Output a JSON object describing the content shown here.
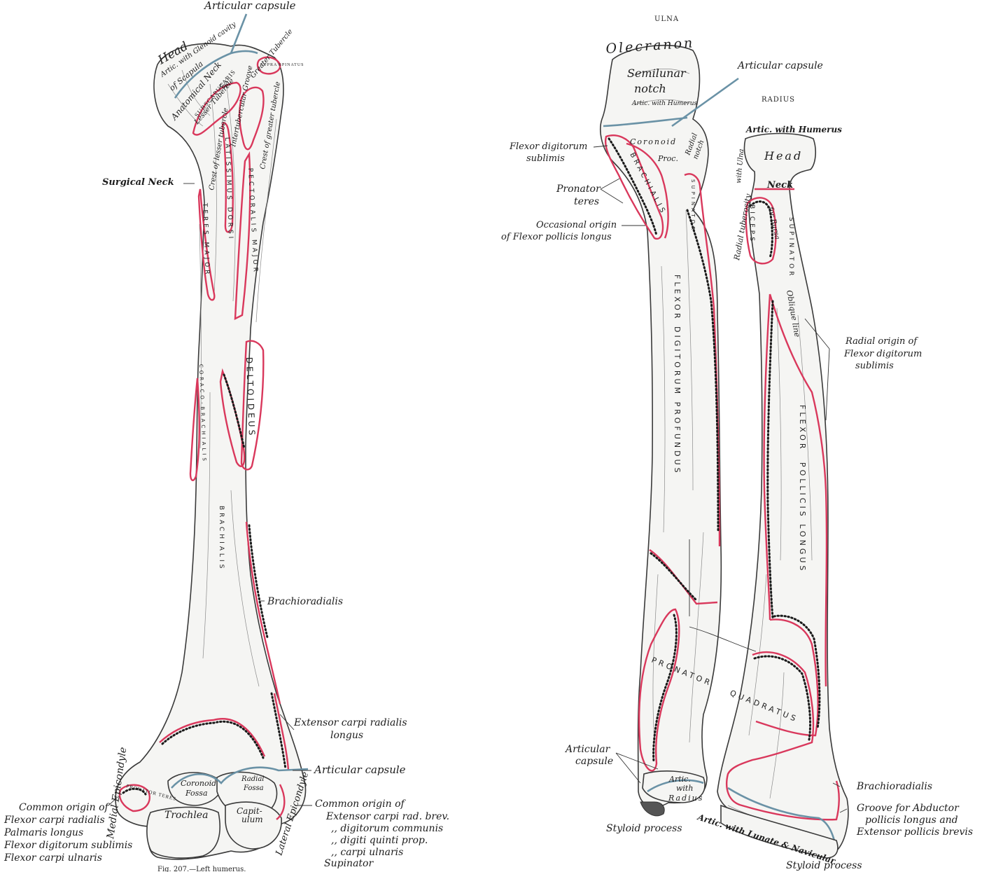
{
  "labels": {
    "humerus_top_capsule": "Articular capsule",
    "humerus_head": "Head",
    "artic_glenoid": "Artic. with Glenoid cavity",
    "of_scapula": "of Scapula",
    "anatomical_neck": "Anatomical Neck",
    "lesser_tubercle": "Lesser Tubercle",
    "for": "for",
    "subscapularis": "SUBSCAPULARIS",
    "greater_tubercle": "Greater Tubercle",
    "supraspinatus": "SUPRA SPINATUS",
    "bicipital_groove": "Intertubercular Groove",
    "crest_greater": "Crest of greater tubercle",
    "crest_lesser": "Crest of lesser tubercle",
    "surgical_neck": "Surgical Neck",
    "latissimus": "LATISSIMUS DORSI",
    "teres_major": "TERES MAJOR",
    "pectoralis_major": "PECTORALIS MAJOR",
    "coracobrachialis": "CORACO-BRACHIALIS",
    "deltoideus": "DELTOIDEUS",
    "brachialis": "BRACHIALIS",
    "brachioradialis_h": "Brachioradialis",
    "ecrl_1": "Extensor carpi radialis",
    "ecrl_2": "longus",
    "artic_capsule_low": "Articular capsule",
    "medial_epicondyle": "Medial Epicondyle",
    "pronator_teres_h": "PRONATOR TERES",
    "coronoid_fossa_1": "Coronoid",
    "coronoid_fossa_2": "Fossa",
    "radial_fossa_1": "Radial",
    "radial_fossa_2": "Fossa",
    "trochlea": "Trochlea",
    "capitulum_1": "Capit-",
    "capitulum_2": "ulum",
    "lateral_epicondyle": "Lateral Epicondyle",
    "common_origin_flex": [
      "Common origin of",
      "Flexor carpi radialis",
      "Palmaris longus",
      "Flexor digitorum sublimis",
      "Flexor carpi ulnaris"
    ],
    "common_origin_ext": [
      "Common origin of",
      "Extensor carpi rad. brev.",
      ",,  digitorum communis",
      ",,  digiti quinti prop.",
      ",,  carpi ulnaris",
      "Supinator"
    ],
    "fig_caption": "Fig. 207.—Left humerus.",
    "ulna": "ULNA",
    "olecranon": "Olecranon",
    "semilunar_1": "Semilunar",
    "semilunar_2": "notch",
    "artic_humerus_ulna": "Artic. with Humerus",
    "articular_capsule_f": "Articular capsule",
    "radius": "RADIUS",
    "artic_humerus_radius": "Artic. with Humerus",
    "radius_head": "Head",
    "radius_neck": "Neck",
    "with_ulna": "with Ulna",
    "coronoid_proc_1": "Coronoid",
    "coronoid_proc_2": "Proc.",
    "radial_notch_1": "Radial",
    "radial_notch_2": "notch",
    "fds_1": "Flexor digitorum",
    "fds_2": "sublimis",
    "pronator_teres_1": "Pronator",
    "pronator_teres_2": "teres",
    "occasional_1": "Occasional origin",
    "occasional_2": "of Flexor pollicis longus",
    "brachialis_ulna": "BRACHIALIS",
    "supinator_ulna": "SUPINATOR",
    "biceps": "BICEPS",
    "for_bursa": "for Bursa",
    "radial_tuberosity": "Radial tuberosity",
    "supinator_radius": "SUPINATOR",
    "oblique": "Oblique line",
    "radial_origin": [
      "Radial origin of",
      "Flexor digitorum",
      "sublimis"
    ],
    "fdp": "FLEXOR DIGITORUM PROFUNDUS",
    "fpl_1": "FLEXOR",
    "fpl_2": "POLLICIS LONGUS",
    "pronator_quadratus_1": "PRONATOR",
    "pronator_quadratus_2": "QUADRATUS",
    "articular_capsule_w": [
      "Articular",
      "capsule"
    ],
    "artic_radius_1": "Artic.",
    "artic_radius_2": "with",
    "artic_radius_3": "Radius",
    "styloid_ulna": "Styloid process",
    "artic_lunate": "Artic. with Lunate & Navicular",
    "styloid_radius": "Styloid process",
    "brachioradialis_r": "Brachioradialis",
    "groove_apl": [
      "Groove for Abductor",
      "pollicis longus and",
      "Extensor pollicis brevis"
    ]
  },
  "colors": {
    "muscle_origin": "#d9385c",
    "muscle_insertion": "#1a1a1a",
    "capsule": "#6a92a6",
    "bone": "#f5f5f3"
  }
}
